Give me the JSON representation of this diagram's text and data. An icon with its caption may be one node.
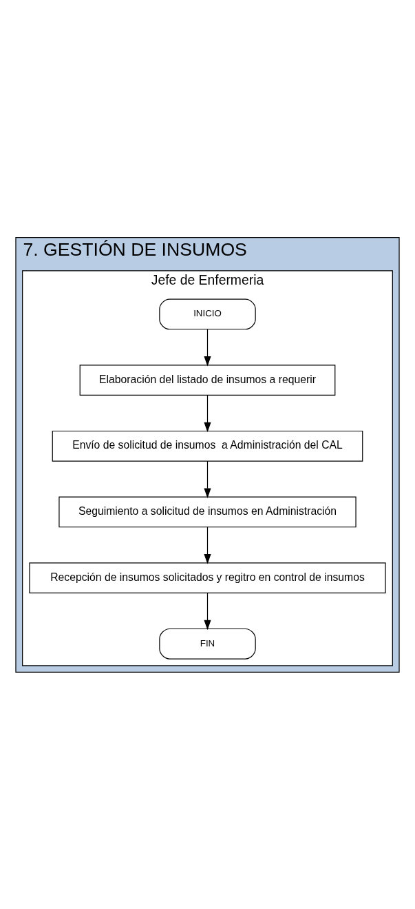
{
  "diagram": {
    "nodes": [
      {
        "text": [
          "7. GESTIÓN DE INSUMOS"
        ]
      },
      {
        "text": [
          "Jefe de Enfermeria"
        ],
        "in": 0
      },
      {
        "text": [
          "INICIO"
        ],
        "in": 1
      },
      {
        "text": [
          "Elaboración del listado de insumos a requerir"
        ],
        "in": 1
      },
      {
        "text": [
          "Envío de solicitud de insumos  a Administración del CAL"
        ],
        "in": 1
      },
      {
        "text": [
          "Seguimiento a solicitud de insumos en Administración"
        ],
        "in": 1
      },
      {
        "text": [
          "Recepción de insumos solicitados y regitro en control de insumos"
        ],
        "in": 1
      },
      {
        "text": [
          "FIN"
        ],
        "in": 1
      }
    ],
    "edges": [
      {
        "from": 2,
        "to": 3,
        "arrow": "to"
      },
      {
        "from": 3,
        "to": 4,
        "arrow": "to"
      },
      {
        "from": 4,
        "to": 5,
        "arrow": "to"
      },
      {
        "from": 5,
        "to": 6,
        "arrow": "to"
      },
      {
        "from": 6,
        "to": 7,
        "arrow": "to"
      }
    ]
  }
}
